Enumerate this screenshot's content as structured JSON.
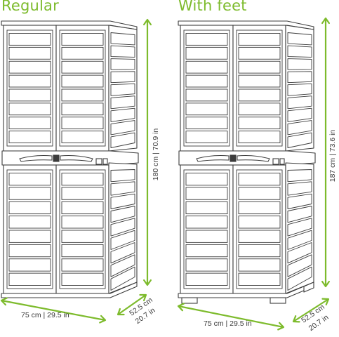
{
  "titles": {
    "left": "Regular",
    "right": "With feet"
  },
  "dimensions": {
    "left": {
      "height": "180 cm | 70.9 in",
      "width": "75 cm | 29.5 in",
      "depth_cm": "52.5 cm",
      "depth_in": "20.7 in"
    },
    "right": {
      "height": "187 cm | 73.6 in",
      "width": "75 cm | 29.5 in",
      "depth_cm": "52.5 cm",
      "depth_in": "20.7 in"
    }
  },
  "colors": {
    "accent": "#7dbb2c",
    "line": "#3c3c3c",
    "text": "#3a3a3a"
  }
}
